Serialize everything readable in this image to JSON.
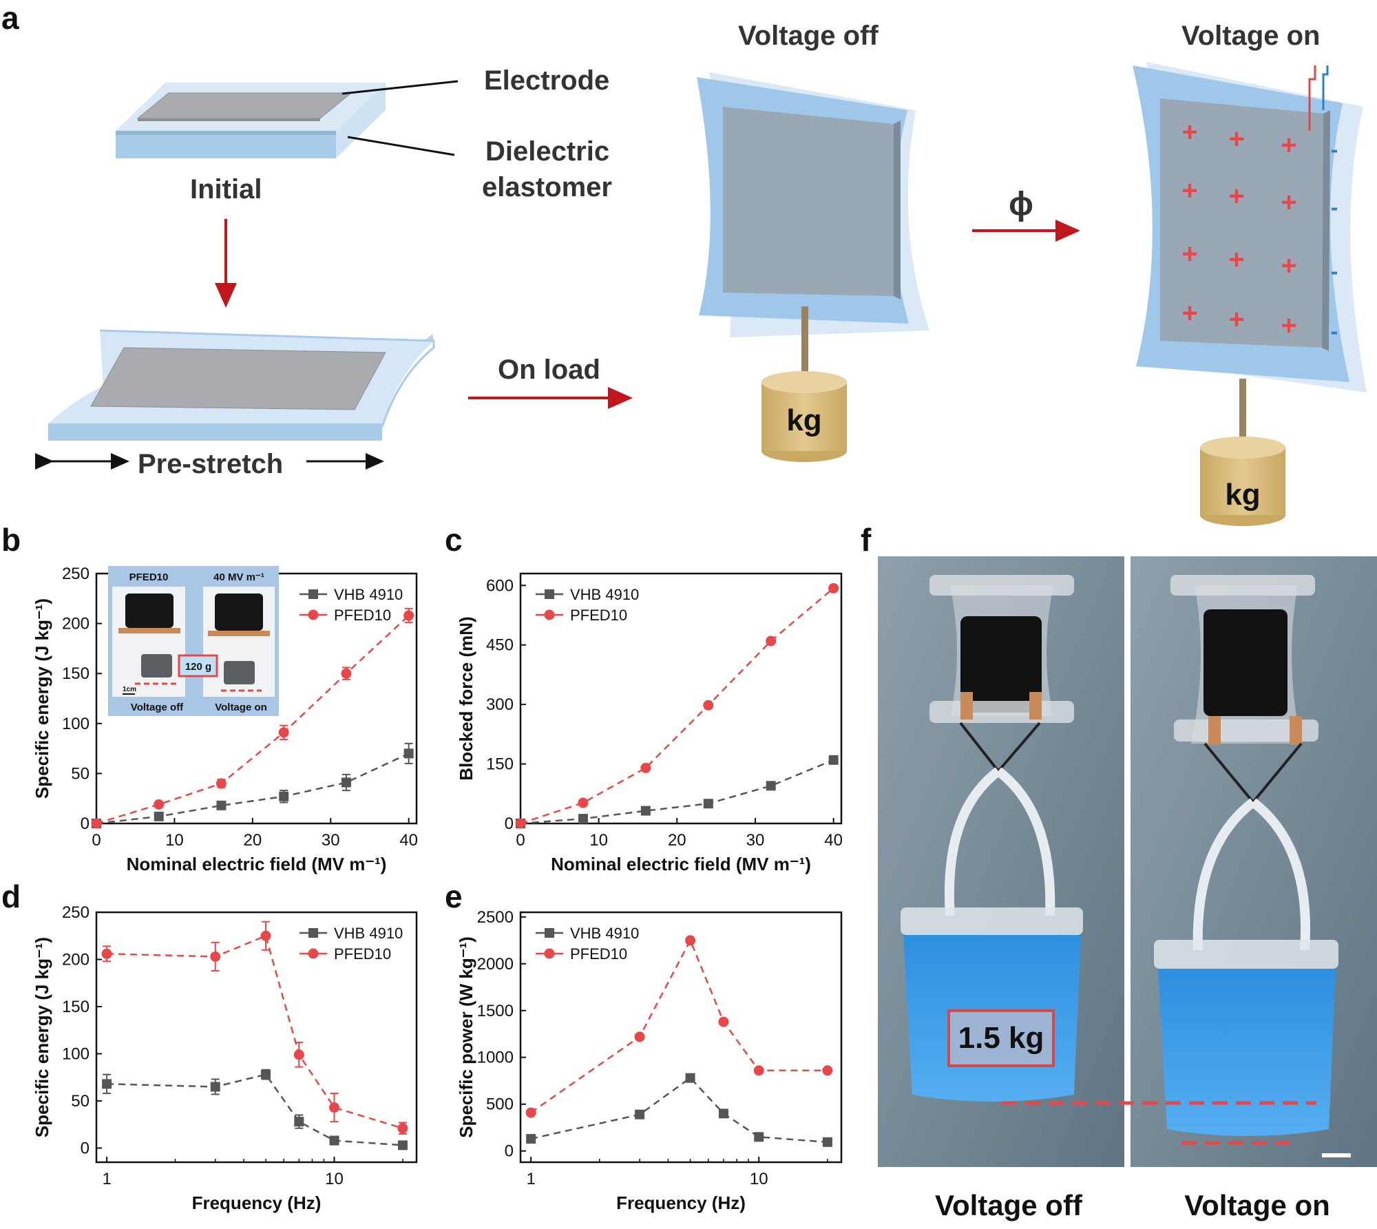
{
  "panel_letters": {
    "a": "a",
    "b": "b",
    "c": "c",
    "d": "d",
    "e": "e",
    "f": "f"
  },
  "schematic": {
    "electrode": "Electrode",
    "dielectric_line1": "Dielectric",
    "dielectric_line2": "elastomer",
    "initial": "Initial",
    "pre_stretch": "Pre-stretch",
    "on_load": "On load",
    "voltage_off": "Voltage off",
    "voltage_on": "Voltage on",
    "phi": "ϕ",
    "kg": "kg",
    "plus": "+",
    "minus": "-"
  },
  "inset_b": {
    "left_title": "PFED10",
    "right_title": "40 MV m⁻¹",
    "weight": "120 g",
    "scale": "1cm",
    "left_caption": "Voltage off",
    "right_caption": "Voltage on"
  },
  "photo_f": {
    "mass": "1.5 kg",
    "caption_left": "Voltage off",
    "caption_right": "Voltage on"
  },
  "colors": {
    "vhb": "#555555",
    "pfed": "#e8474a",
    "arrow": "#c0161c",
    "film": "#9fc7ea",
    "electrode": "#a8acb0",
    "weight": "#d7bc7b",
    "water": "#3d9be3"
  },
  "chart_data": [
    {
      "id": "b",
      "type": "line",
      "xlabel": "Nominal electric field (MV m⁻¹)",
      "ylabel": "Specific energy (J kg⁻¹)",
      "xlim": [
        0,
        41
      ],
      "ylim": [
        0,
        250
      ],
      "xscale": "linear",
      "xticks": [
        0,
        10,
        20,
        30,
        40
      ],
      "yticks": [
        0,
        50,
        100,
        150,
        200,
        250
      ],
      "legend_position": "top-right",
      "series": [
        {
          "name": "VHB 4910",
          "marker": "square",
          "color": "#555555",
          "x": [
            0,
            8,
            16,
            24,
            32,
            40
          ],
          "y": [
            0,
            7,
            18,
            27,
            41,
            70
          ],
          "err": [
            0,
            2,
            3,
            6,
            8,
            10
          ]
        },
        {
          "name": "PFED10",
          "marker": "circle",
          "color": "#e8474a",
          "x": [
            0,
            8,
            16,
            24,
            32,
            40
          ],
          "y": [
            0,
            19,
            40,
            91,
            150,
            208
          ],
          "err": [
            0,
            2,
            4,
            7,
            6,
            7
          ]
        }
      ]
    },
    {
      "id": "c",
      "type": "line",
      "xlabel": "Nominal electric field (MV m⁻¹)",
      "ylabel": "Blocked force (mN)",
      "xlim": [
        0,
        41
      ],
      "ylim": [
        0,
        630
      ],
      "xscale": "linear",
      "xticks": [
        0,
        10,
        20,
        30,
        40
      ],
      "yticks": [
        0,
        150,
        300,
        450,
        600
      ],
      "legend_position": "top-left",
      "series": [
        {
          "name": "VHB 4910",
          "marker": "square",
          "color": "#555555",
          "x": [
            0,
            8,
            16,
            24,
            32,
            40
          ],
          "y": [
            0,
            12,
            32,
            50,
            95,
            160
          ]
        },
        {
          "name": "PFED10",
          "marker": "circle",
          "color": "#e8474a",
          "x": [
            0,
            8,
            16,
            24,
            32,
            40
          ],
          "y": [
            0,
            52,
            140,
            298,
            460,
            593
          ]
        }
      ]
    },
    {
      "id": "d",
      "type": "line",
      "xlabel": "Frequency (Hz)",
      "ylabel": "Specific energy (J kg⁻¹)",
      "xlim": [
        0.9,
        23
      ],
      "ylim": [
        -15,
        250
      ],
      "xscale": "log",
      "xticks": [
        1,
        10
      ],
      "yticks": [
        0,
        50,
        100,
        150,
        200,
        250
      ],
      "legend_position": "top-right",
      "series": [
        {
          "name": "VHB 4910",
          "marker": "square",
          "color": "#555555",
          "x": [
            1,
            3,
            5,
            7,
            10,
            20
          ],
          "y": [
            68,
            65,
            78,
            28,
            8,
            3
          ],
          "err": [
            10,
            8,
            5,
            7,
            2,
            2
          ]
        },
        {
          "name": "PFED10",
          "marker": "circle",
          "color": "#e8474a",
          "x": [
            1,
            3,
            5,
            7,
            10,
            20
          ],
          "y": [
            206,
            203,
            225,
            99,
            43,
            21
          ],
          "err": [
            8,
            15,
            15,
            13,
            15,
            6
          ]
        }
      ]
    },
    {
      "id": "e",
      "type": "line",
      "xlabel": "Frequency (Hz)",
      "ylabel": "Specific power (W kg⁻¹)",
      "xlim": [
        0.9,
        23
      ],
      "ylim": [
        -120,
        2550
      ],
      "xscale": "log",
      "xticks": [
        1,
        10
      ],
      "yticks": [
        0,
        500,
        1000,
        1500,
        2000,
        2500
      ],
      "legend_position": "top-left",
      "series": [
        {
          "name": "VHB 4910",
          "marker": "square",
          "color": "#555555",
          "x": [
            1,
            3,
            5,
            7,
            10,
            20
          ],
          "y": [
            130,
            390,
            780,
            400,
            150,
            95
          ]
        },
        {
          "name": "PFED10",
          "marker": "circle",
          "color": "#e8474a",
          "x": [
            1,
            3,
            5,
            7,
            10,
            20
          ],
          "y": [
            410,
            1220,
            2250,
            1380,
            860,
            860
          ]
        }
      ]
    }
  ]
}
